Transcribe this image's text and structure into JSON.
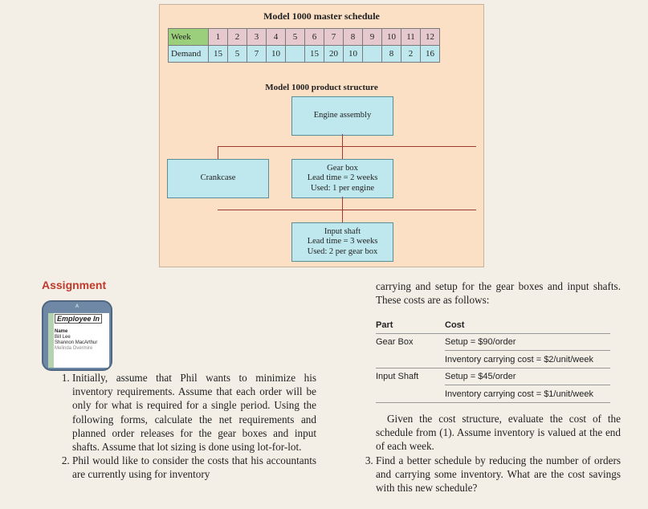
{
  "figure": {
    "master_title": "Model 1000 master schedule",
    "week_label": "Week",
    "demand_label": "Demand",
    "weeks": [
      "1",
      "2",
      "3",
      "4",
      "5",
      "6",
      "7",
      "8",
      "9",
      "10",
      "11",
      "12"
    ],
    "demand": [
      "15",
      "5",
      "7",
      "10",
      "",
      "15",
      "20",
      "10",
      "",
      "8",
      "2",
      "16"
    ],
    "structure_title": "Model 1000 product structure",
    "engine": "Engine assembly",
    "crankcase": "Crankcase",
    "gearbox": [
      "Gear box",
      "Lead time = 2 weeks",
      "Used: 1 per engine"
    ],
    "shaft": [
      "Input shaft",
      "Lead time = 3 weeks",
      "Used: 2 per gear box"
    ]
  },
  "assignment": {
    "heading": "Assignment",
    "icon_rows": [
      "Employee In",
      "Name",
      "Bill Lee",
      "Shannon MacArthur",
      "Melinda Overmire"
    ],
    "q1": "Initially, assume that Phil wants to minimize his inventory requirements. Assume that each order will be only for what is required for a single period. Using the following forms, calculate the net requirements and planned order releases for the gear boxes and input shafts. Assume that lot sizing is done using lot-for-lot.",
    "q2_start": "Phil would like to consider the costs that his accountants are currently using for inventory",
    "q2_cont": "carrying and setup for the gear boxes and input shafts. These costs are as follows:",
    "cost_header": [
      "Part",
      "Cost"
    ],
    "cost_rows": [
      [
        "Gear Box",
        "Setup = $90/order"
      ],
      [
        "",
        "Inventory carrying cost = $2/unit/week"
      ],
      [
        "Input Shaft",
        "Setup = $45/order"
      ],
      [
        "",
        "Inventory carrying cost = $1/unit/week"
      ]
    ],
    "q2_end": "Given the cost structure, evaluate the cost of the schedule from (1). Assume inventory is valued at the end of each week.",
    "q3": "Find a better schedule by reducing the number of orders and carrying some inventory. What are the cost savings with this new schedule?"
  }
}
